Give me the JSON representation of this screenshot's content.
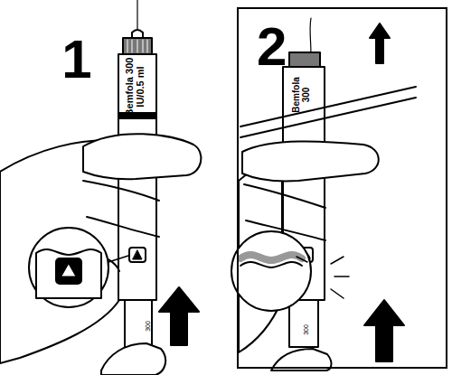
{
  "diagram": {
    "nodes": [
      {
        "text": [
          "2"
        ]
      }
    ],
    "labels": [
      "1",
      "Bemfola 300 IU/0.5 ml",
      "300",
      "Bemfola 300",
      "300"
    ]
  }
}
